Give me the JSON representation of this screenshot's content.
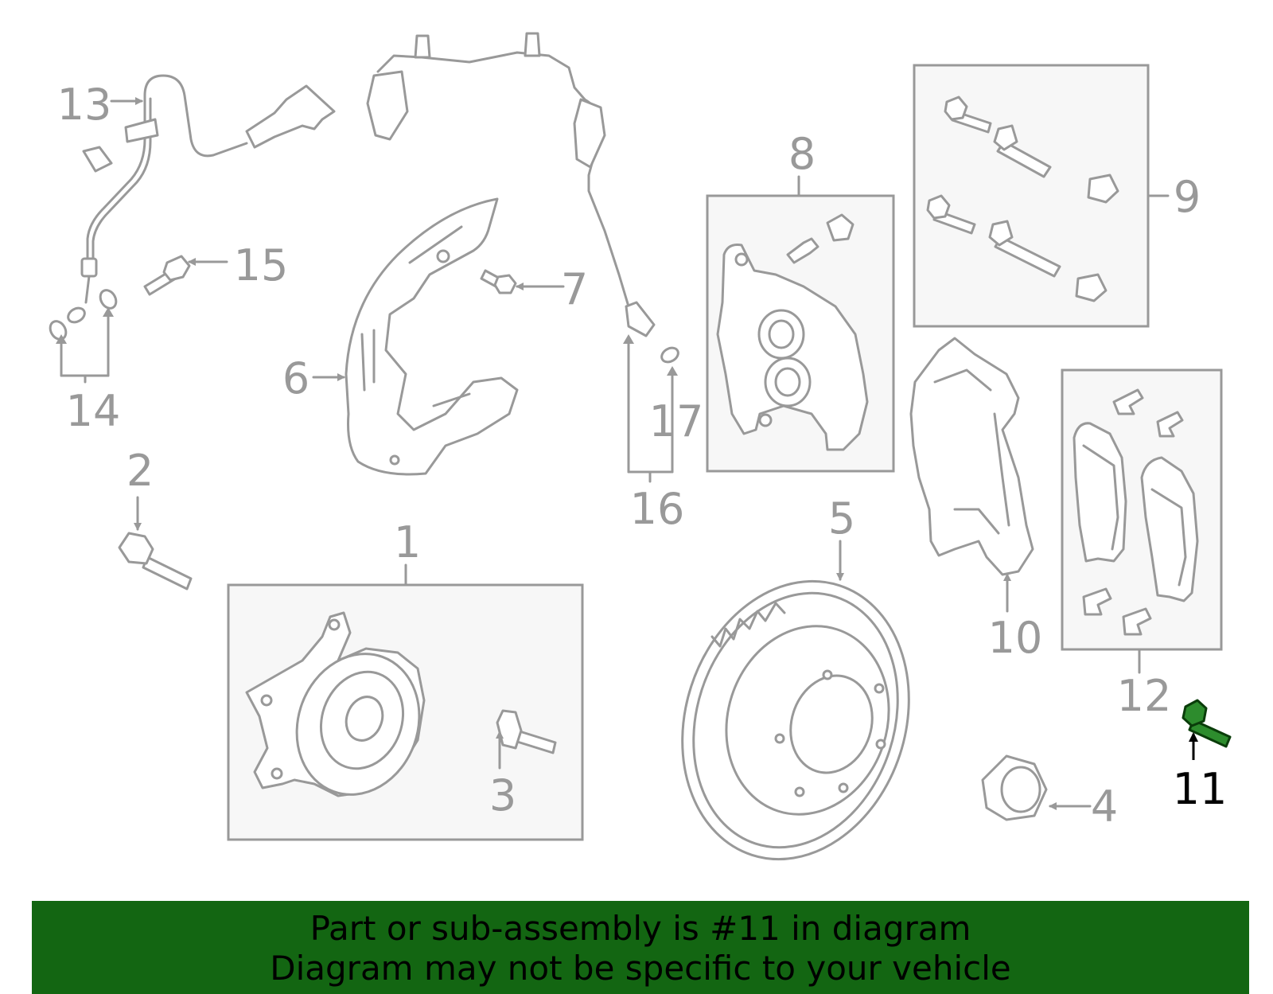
{
  "callouts": [
    "1",
    "2",
    "3",
    "4",
    "5",
    "6",
    "7",
    "8",
    "9",
    "10",
    "11",
    "12",
    "13",
    "14",
    "15",
    "16",
    "17"
  ],
  "highlighted_callout": "11",
  "colors": {
    "line": "#999999",
    "highlight_part": "#1a7a1a",
    "banner_bg": "#136612",
    "banner_text": "#000000"
  },
  "banner": {
    "line1": "Part or sub-assembly is #11 in diagram",
    "line2": "Diagram may not be specific to your vehicle"
  }
}
